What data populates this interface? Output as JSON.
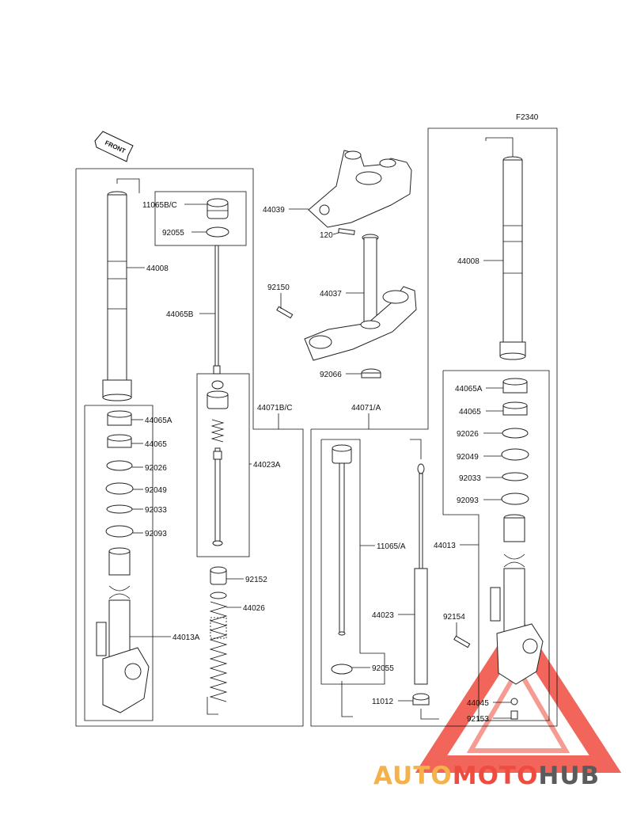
{
  "figure_code": "F2340",
  "front_marker": "FRONT",
  "labels": {
    "l11065bc": "11065B/C",
    "l92055a": "92055",
    "l44008a": "44008",
    "l44065b": "44065B",
    "l44071bc": "44071B/C",
    "l44023a": "44023A",
    "l44065a_1": "44065A",
    "l44065_1": "44065",
    "l92026_1": "92026",
    "l92049_1": "92049",
    "l92033_1": "92033",
    "l92093_1": "92093",
    "l92152": "92152",
    "l44026": "44026",
    "l44013a": "44013A",
    "l44039": "44039",
    "l120": "120",
    "l92150": "92150",
    "l44037": "44037",
    "l92066": "92066",
    "l44071a": "44071/A",
    "l11065a": "11065/A",
    "l44023": "44023",
    "l92055b": "92055",
    "l11012": "11012",
    "l44008b": "44008",
    "l44065a_2": "44065A",
    "l44065_2": "44065",
    "l92026_2": "92026",
    "l92049_2": "92049",
    "l92033_2": "92033",
    "l92093_2": "92093",
    "l44013": "44013",
    "l92154": "92154",
    "l44045": "44045",
    "l92153": "92153"
  },
  "watermark": {
    "part1": "AUTO",
    "part2": "MOTO",
    "part3": "HUB"
  },
  "colors": {
    "watermark_yellow": "#f6b24a",
    "watermark_red": "#ef4b3f",
    "watermark_gray": "#5b5b5b"
  }
}
